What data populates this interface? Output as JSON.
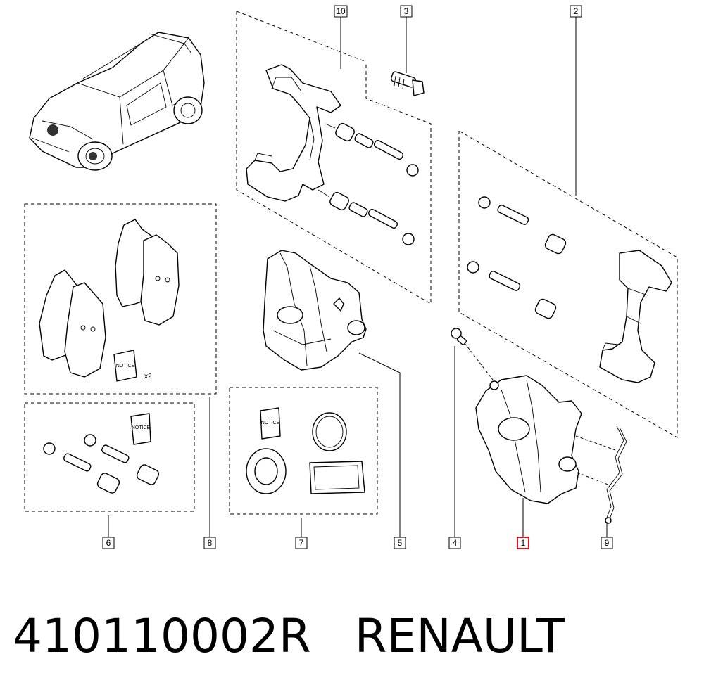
{
  "callouts": {
    "l10": "10",
    "l3": "3",
    "l2": "2",
    "l6": "6",
    "l8": "8",
    "l7": "7",
    "l5": "5",
    "l4": "4",
    "l1": "1",
    "l9": "9"
  },
  "highlighted_callout": "1",
  "highlight_color": "#e0141e",
  "notice_labels": {
    "pads": "NOTICE",
    "pins": "NOTICE",
    "seals": "NOTICE"
  },
  "pad_quantity": "x2",
  "caption": {
    "part_number": "410110002R",
    "brand": "RENAULT"
  }
}
